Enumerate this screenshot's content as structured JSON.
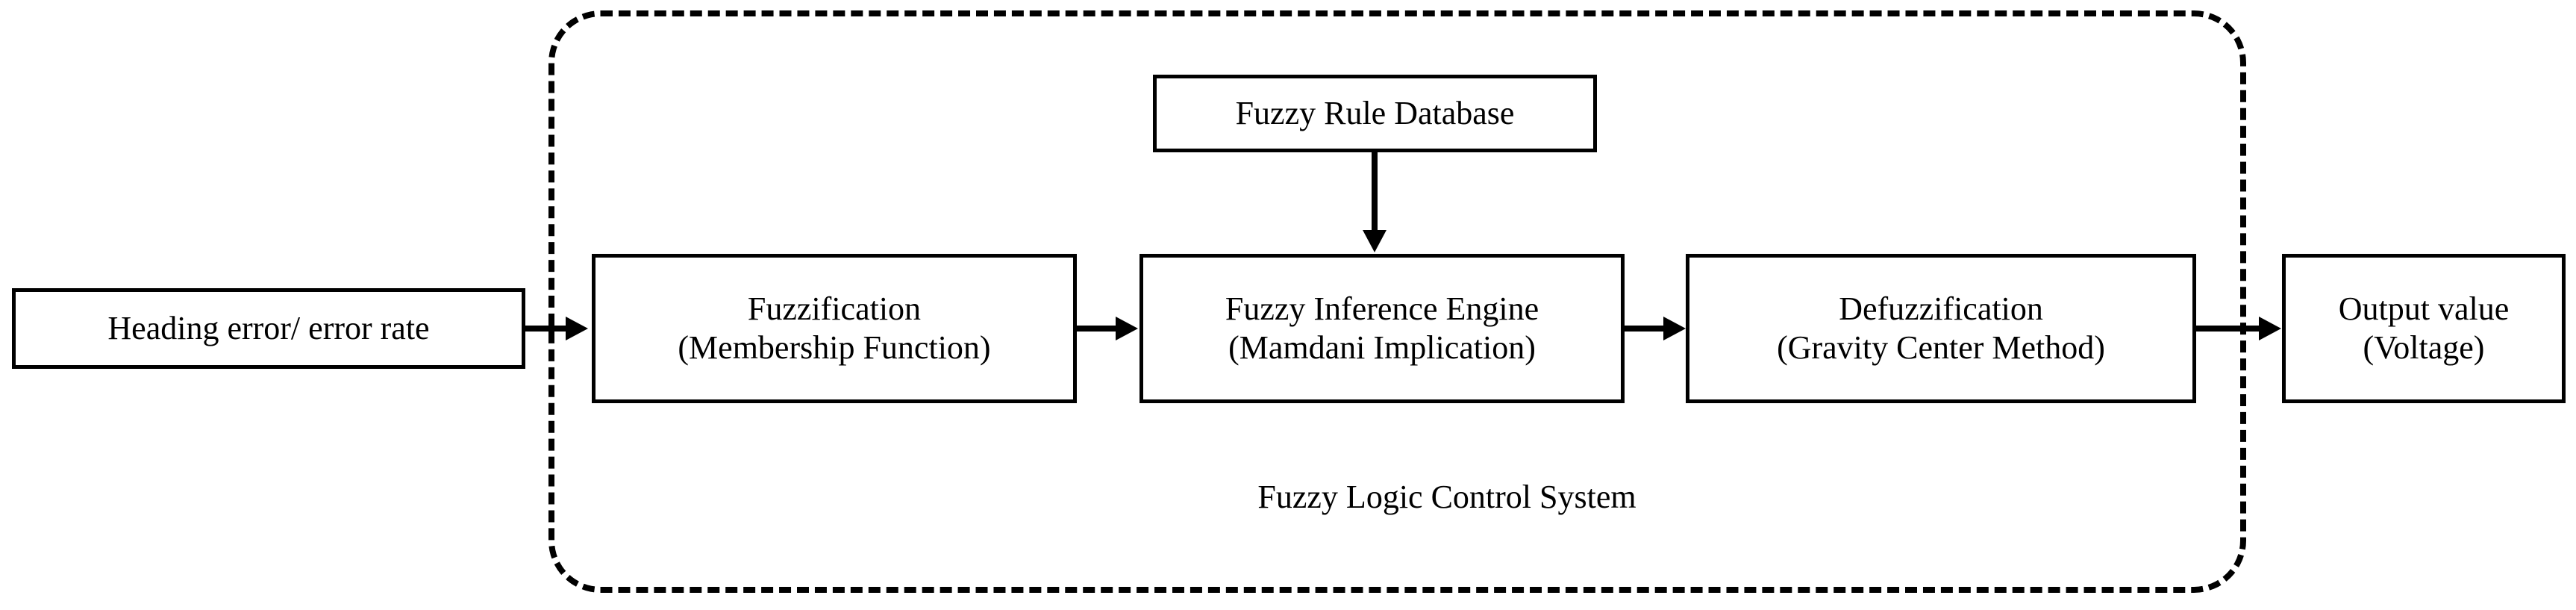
{
  "diagram": {
    "title": "Fuzzy Logic Control System block diagram",
    "system_label": "Fuzzy Logic Control System",
    "colors": {
      "stroke": "#000000",
      "background": "#ffffff"
    },
    "blocks": {
      "input": {
        "lines": [
          "Heading error/ error rate"
        ]
      },
      "rule_database": {
        "lines": [
          "Fuzzy Rule Database"
        ]
      },
      "fuzzification": {
        "lines": [
          "Fuzzification",
          "(Membership Function)"
        ]
      },
      "inference": {
        "lines": [
          "Fuzzy Inference Engine",
          "(Mamdani Implication)"
        ]
      },
      "defuzzification": {
        "lines": [
          "Defuzzification",
          "(Gravity Center Method)"
        ]
      },
      "output": {
        "lines": [
          "Output value",
          "(Voltage)"
        ]
      }
    }
  }
}
